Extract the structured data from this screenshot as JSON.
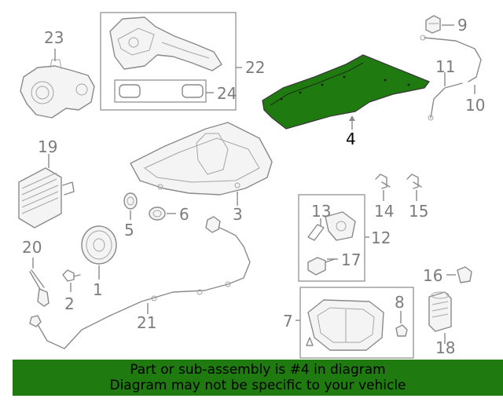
{
  "highlight_color": "#1f7a0f",
  "callouts": {
    "c1": "1",
    "c2": "2",
    "c3": "3",
    "c4": "4",
    "c5": "5",
    "c6": "6",
    "c7": "7",
    "c8": "8",
    "c9": "9",
    "c10": "10",
    "c11": "11",
    "c12": "12",
    "c13": "13",
    "c14": "14",
    "c15": "15",
    "c16": "16",
    "c17": "17",
    "c18": "18",
    "c19": "19",
    "c20": "20",
    "c21": "21",
    "c22": "22",
    "c23": "23",
    "c24": "24"
  },
  "highlighted_part": "4",
  "banner": {
    "line1": "Part or sub-assembly is #4 in diagram",
    "line2": "Diagram may not be specific to your vehicle"
  }
}
